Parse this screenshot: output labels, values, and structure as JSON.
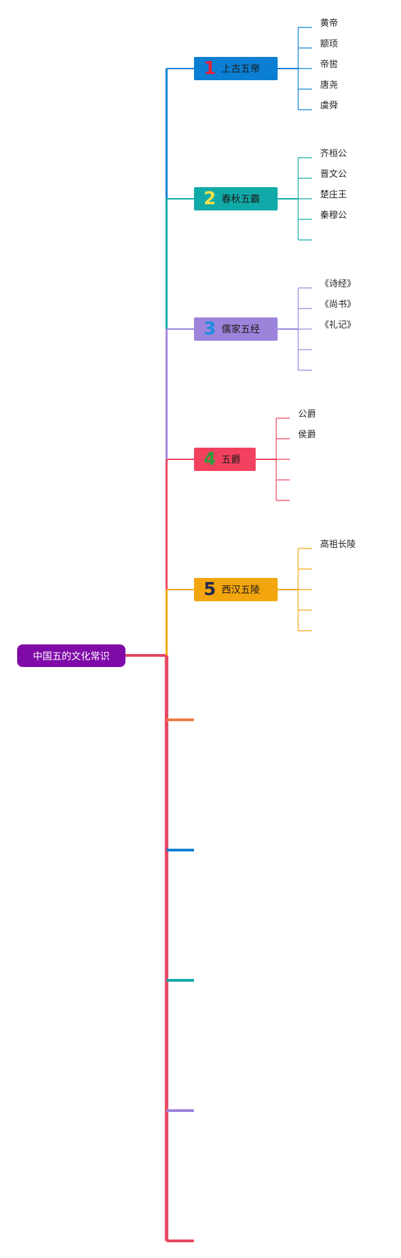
{
  "root": {
    "label": "中国五的文化常识",
    "color": "#7f0aa8"
  },
  "branches": [
    {
      "number": "1",
      "label": "上古五帝",
      "color": "#0b7fd4",
      "number_color": "#e0203c",
      "leaves": [
        "黄帝",
        "颛顼",
        "帝喾",
        "唐尧",
        "虞舜"
      ]
    },
    {
      "number": "2",
      "label": "春秋五霸",
      "color": "#11aaa8",
      "number_color": "#f2e24c",
      "leaves": [
        "齐桓公",
        "晋文公",
        "楚庄王",
        "秦穆公",
        ""
      ]
    },
    {
      "number": "3",
      "label": "儒家五经",
      "color": "#9c84db",
      "number_color": "#1e8de0",
      "leaves": [
        "《诗经》",
        "《尚书》",
        "《礼记》",
        "",
        ""
      ]
    },
    {
      "number": "4",
      "label": "五爵",
      "color": "#f2415e",
      "number_color": "#2e9d3b",
      "leaves": [
        "公爵",
        "侯爵",
        "",
        "",
        ""
      ]
    },
    {
      "number": "5",
      "label": "西汉五陵",
      "color": "#f3a50e",
      "number_color": "#222a4d",
      "leaves": [
        "高祖长陵",
        "",
        "",
        "",
        ""
      ]
    }
  ],
  "empty_branches": [
    {
      "color": "#f17a4a"
    },
    {
      "color": "#0b7fd4"
    },
    {
      "color": "#11aaa8"
    },
    {
      "color": "#9c84db"
    },
    {
      "color": "#e8445f"
    }
  ]
}
